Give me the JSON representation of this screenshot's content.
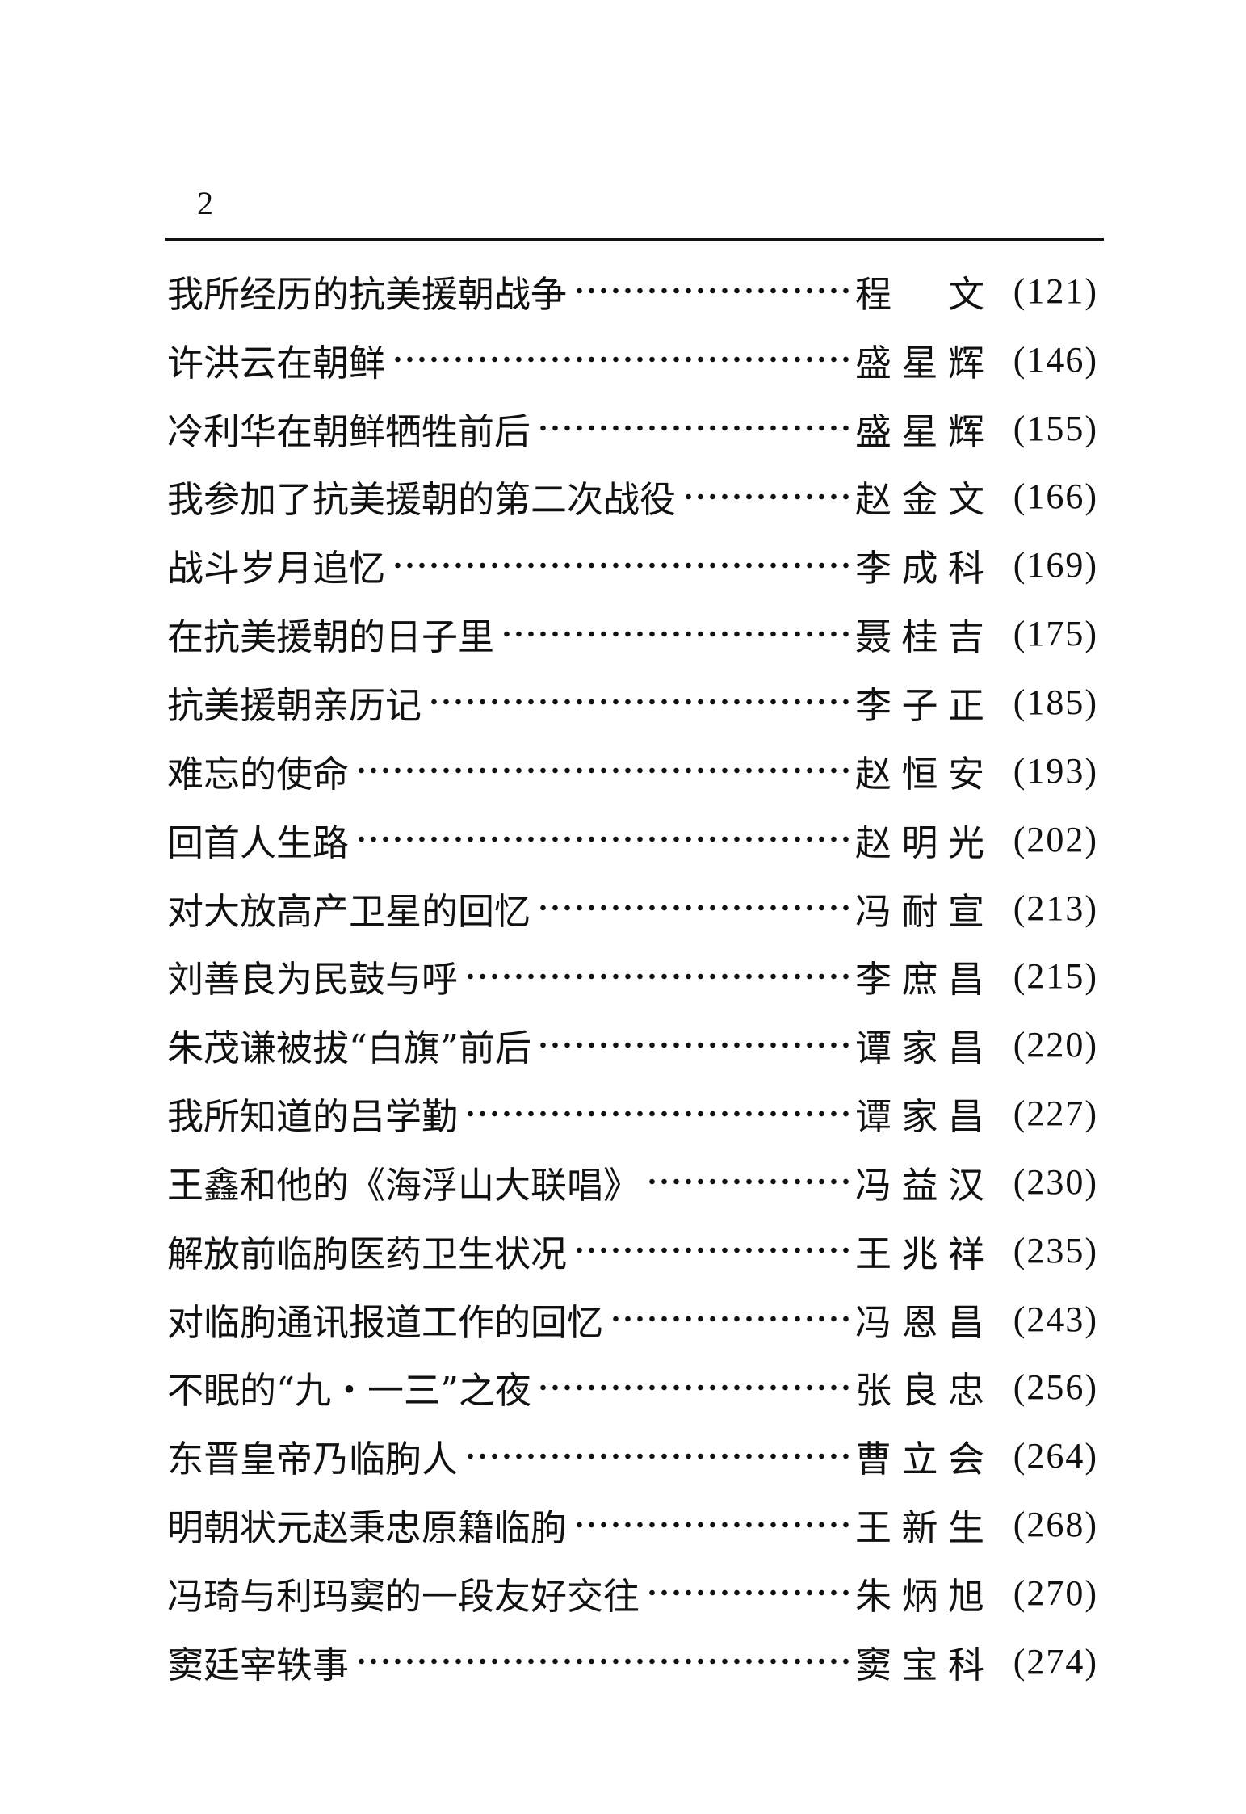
{
  "page_number": "2",
  "entries": [
    {
      "title": "我所经历的抗美援朝战争",
      "author": "程　文",
      "page": "(121)"
    },
    {
      "title": "许洪云在朝鲜",
      "author": "盛星辉",
      "page": "(146)"
    },
    {
      "title": "冷利华在朝鲜牺牲前后",
      "author": "盛星辉",
      "page": "(155)"
    },
    {
      "title": "我参加了抗美援朝的第二次战役",
      "author": "赵金文",
      "page": "(166)"
    },
    {
      "title": "战斗岁月追忆",
      "author": "李成科",
      "page": "(169)"
    },
    {
      "title": "在抗美援朝的日子里",
      "author": "聂桂吉",
      "page": "(175)"
    },
    {
      "title": "抗美援朝亲历记",
      "author": "李子正",
      "page": "(185)"
    },
    {
      "title": "难忘的使命",
      "author": "赵恒安",
      "page": "(193)"
    },
    {
      "title": "回首人生路",
      "author": "赵明光",
      "page": "(202)"
    },
    {
      "title": "对大放高产卫星的回忆",
      "author": "冯耐宣",
      "page": "(213)"
    },
    {
      "title": "刘善良为民鼓与呼",
      "author": "李庶昌",
      "page": "(215)"
    },
    {
      "title": "朱茂谦被拔“白旗”前后",
      "author": "谭家昌",
      "page": "(220)"
    },
    {
      "title": "我所知道的吕学勤",
      "author": "谭家昌",
      "page": "(227)"
    },
    {
      "title": "王鑫和他的《海浮山大联唱》",
      "author": "冯益汉",
      "page": "(230)"
    },
    {
      "title": "解放前临朐医药卫生状况",
      "author": "王兆祥",
      "page": "(235)"
    },
    {
      "title": "对临朐通讯报道工作的回忆",
      "author": "冯恩昌",
      "page": "(243)"
    },
    {
      "title": "不眠的“九・一三”之夜",
      "author": "张良忠",
      "page": "(256)"
    },
    {
      "title": "东晋皇帝乃临朐人",
      "author": "曹立会",
      "page": "(264)"
    },
    {
      "title": "明朝状元赵秉忠原籍临朐",
      "author": "王新生",
      "page": "(268)"
    },
    {
      "title": "冯琦与利玛窦的一段友好交往",
      "author": "朱炳旭",
      "page": "(270)"
    },
    {
      "title": "窦廷宰轶事",
      "author": "窦宝科",
      "page": "(274)"
    }
  ]
}
